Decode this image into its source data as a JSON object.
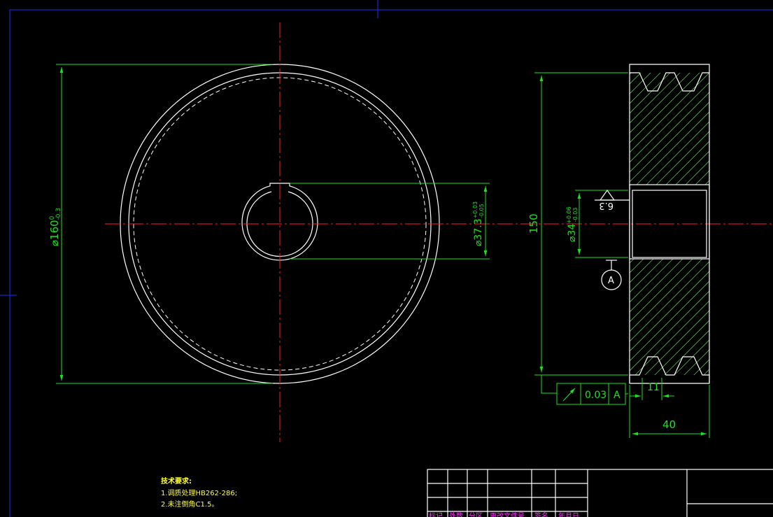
{
  "drawing": {
    "front_view": {
      "outer_diameter": "⌀160",
      "outer_tol_upper": "0",
      "outer_tol_lower": "-0.3",
      "bore_keyway": "⌀37.3",
      "bore_keyway_tol_upper": "+0.03",
      "bore_keyway_tol_lower": "-0.05"
    },
    "side_view": {
      "height_dim": "150",
      "bore_dim": "⌀34",
      "bore_tol_upper": "+0.06",
      "bore_tol_lower": "-0.03",
      "roughness": "6.3",
      "datum": "A",
      "groove_dim": "11",
      "width_dim": "40",
      "tolerance_value": "0.03",
      "tolerance_datum": "A"
    },
    "notes": {
      "heading": "技术要求:",
      "line1": "1.调质处理HB262-286;",
      "line2": "2.未注倒角C1.5。"
    },
    "title_block": {
      "cells": [
        "标记",
        "处数",
        "分区",
        "更改文件号",
        "签名",
        "年月日"
      ]
    }
  },
  "colors": {
    "outline": "#ffffff",
    "centerline": "#ff2020",
    "dimension": "#19e619",
    "frame": "#2030ff",
    "notes": "#ffff33",
    "title_block_text": "#ff33ff"
  }
}
